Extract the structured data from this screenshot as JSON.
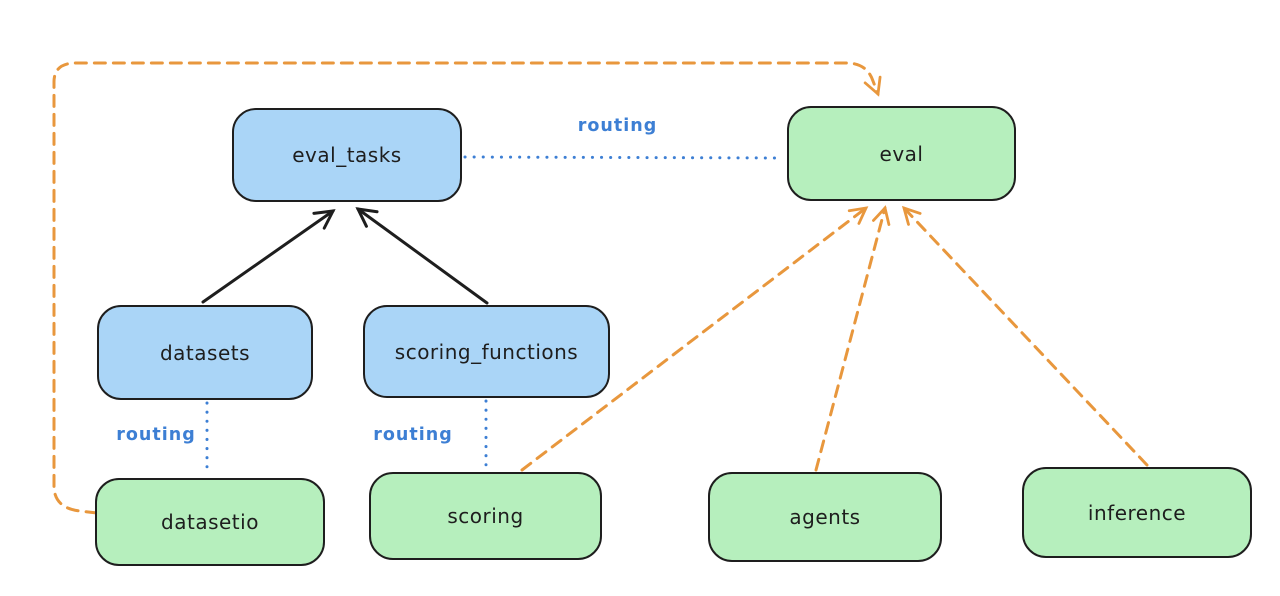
{
  "diagram": {
    "type": "flow-diagram",
    "nodes": [
      {
        "id": "eval_tasks",
        "label": "eval_tasks",
        "fill": "blue"
      },
      {
        "id": "eval",
        "label": "eval",
        "fill": "green"
      },
      {
        "id": "datasets",
        "label": "datasets",
        "fill": "blue"
      },
      {
        "id": "scoring_functions",
        "label": "scoring_functions",
        "fill": "blue"
      },
      {
        "id": "datasetio",
        "label": "datasetio",
        "fill": "green"
      },
      {
        "id": "scoring",
        "label": "scoring",
        "fill": "green"
      },
      {
        "id": "agents",
        "label": "agents",
        "fill": "green"
      },
      {
        "id": "inference",
        "label": "inference",
        "fill": "green"
      }
    ],
    "edges": [
      {
        "from": "datasets",
        "to": "eval_tasks",
        "style": "solid",
        "arrow": true,
        "color": "black"
      },
      {
        "from": "scoring_functions",
        "to": "eval_tasks",
        "style": "solid",
        "arrow": true,
        "color": "black"
      },
      {
        "from": "eval_tasks",
        "to": "eval",
        "style": "dotted",
        "arrow": false,
        "color": "blue",
        "label": "routing"
      },
      {
        "from": "datasets",
        "to": "datasetio",
        "style": "dotted",
        "arrow": false,
        "color": "blue",
        "label": "routing"
      },
      {
        "from": "scoring_functions",
        "to": "scoring",
        "style": "dotted",
        "arrow": false,
        "color": "blue",
        "label": "routing"
      },
      {
        "from": "datasetio",
        "to": "eval",
        "style": "dashed",
        "arrow": true,
        "color": "orange"
      },
      {
        "from": "scoring",
        "to": "eval",
        "style": "dashed",
        "arrow": true,
        "color": "orange"
      },
      {
        "from": "agents",
        "to": "eval",
        "style": "dashed",
        "arrow": true,
        "color": "orange"
      },
      {
        "from": "inference",
        "to": "eval",
        "style": "dashed",
        "arrow": true,
        "color": "orange"
      }
    ],
    "colors": {
      "blue_fill": "#aad5f7",
      "green_fill": "#b6efbd",
      "stroke": "#1e1e1e",
      "orange_edge": "#e8973d",
      "blue_edge": "#3d7fd4",
      "background": "#ffffff"
    }
  }
}
